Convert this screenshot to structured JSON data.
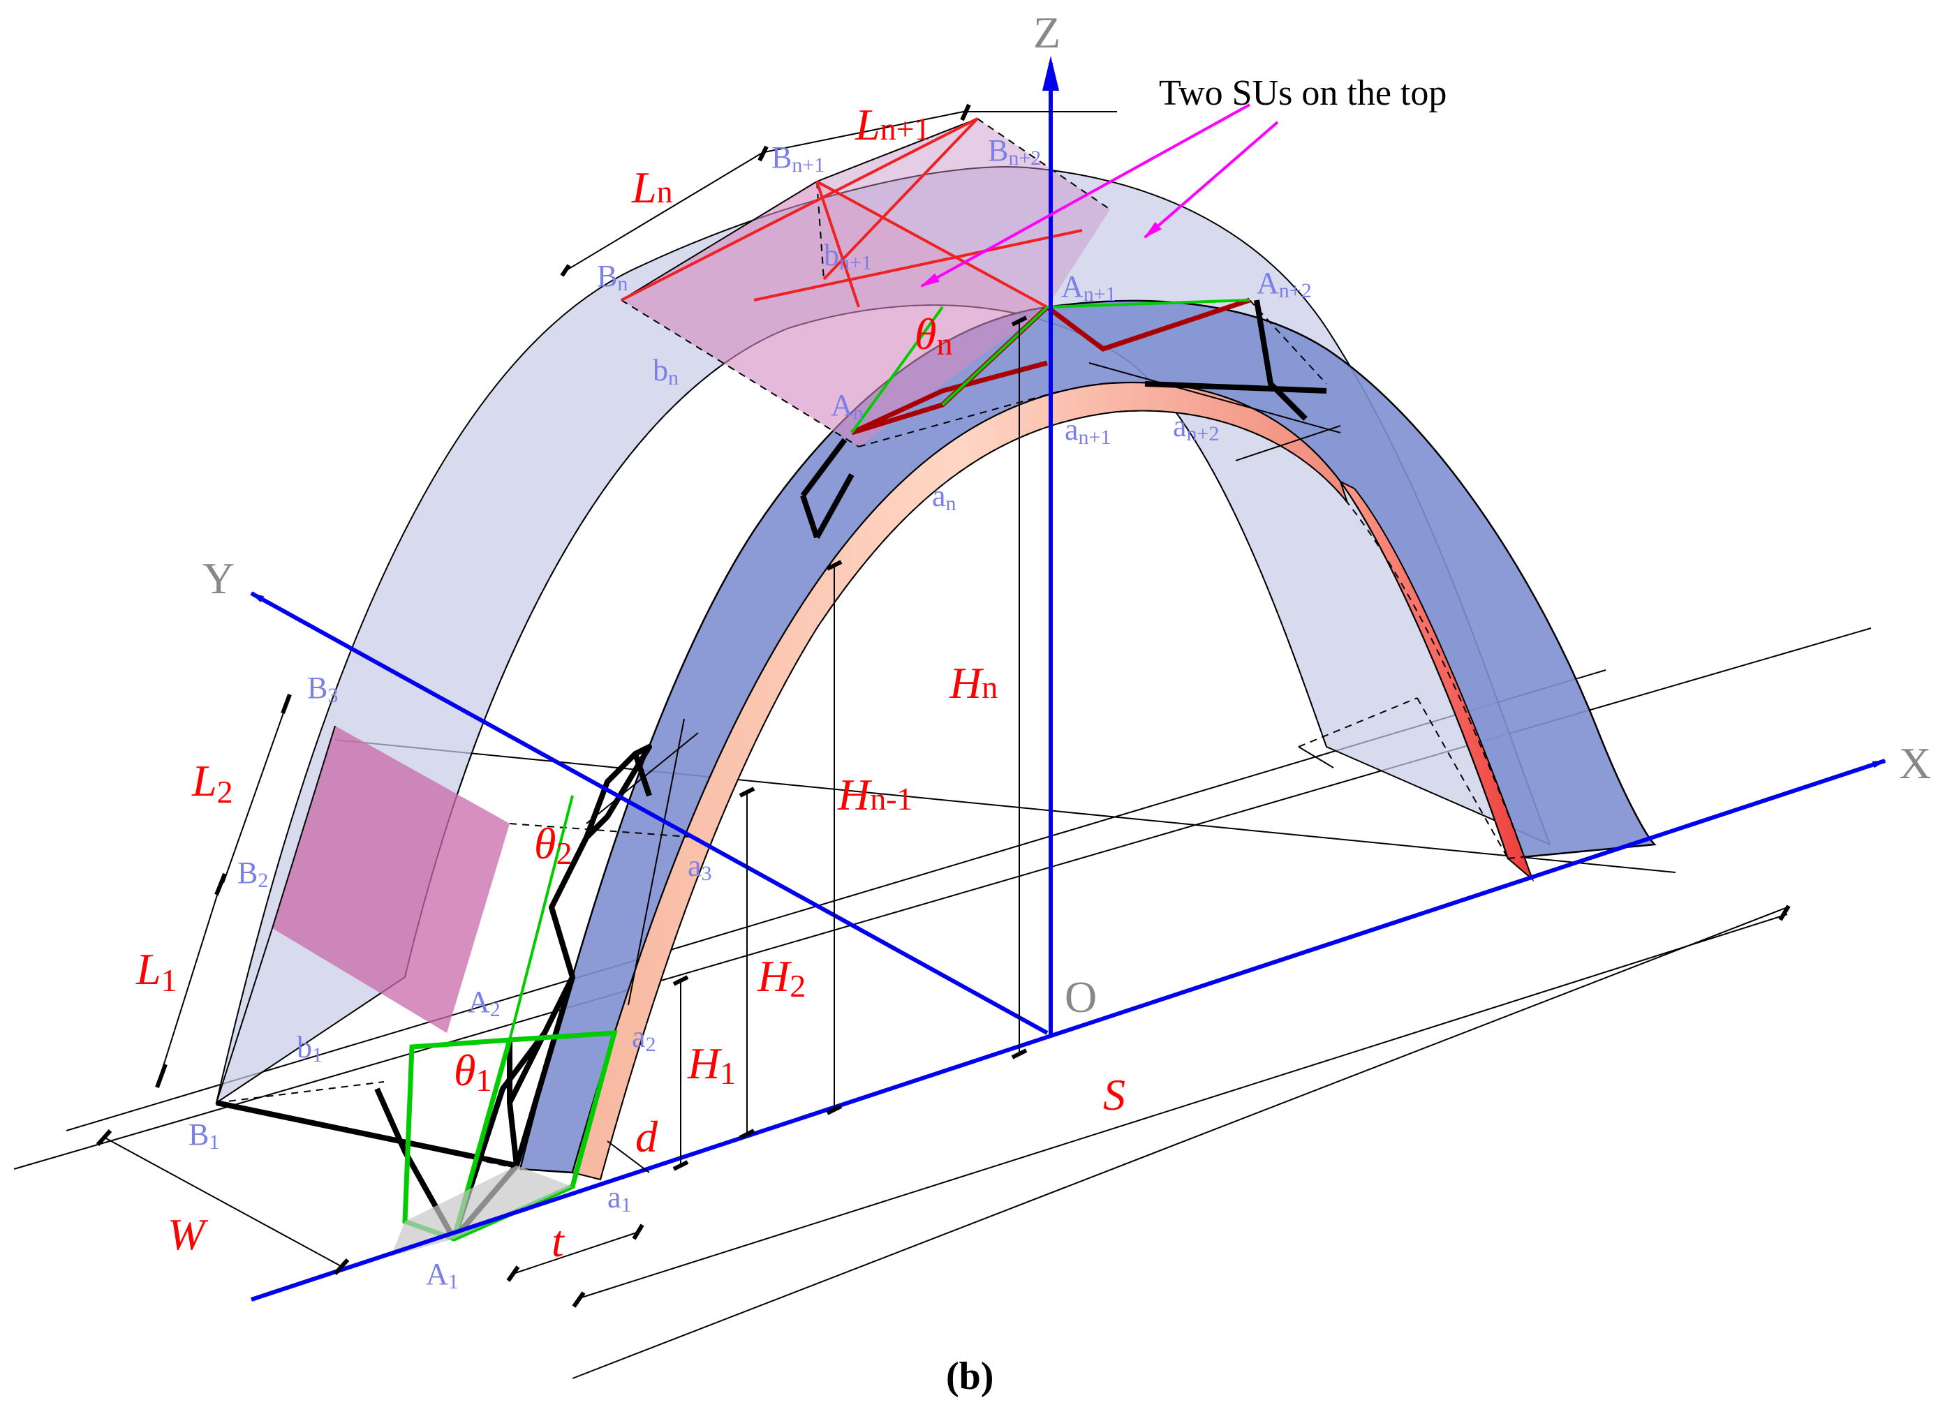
{
  "axes": {
    "x": "X",
    "y": "Y",
    "z": "Z",
    "origin": "O"
  },
  "annotation": "Two SUs on the top",
  "caption": "(b)",
  "dimensions": {
    "L1": {
      "base": "L",
      "sub": "1"
    },
    "L2": {
      "base": "L",
      "sub": "2"
    },
    "Ln": {
      "base": "L",
      "sub": "n"
    },
    "Ln1": {
      "base": "L",
      "sub": "n+1"
    },
    "H1": {
      "base": "H",
      "sub": "1"
    },
    "H2": {
      "base": "H",
      "sub": "2"
    },
    "Hn": {
      "base": "H",
      "sub": "n"
    },
    "Hn1": {
      "base": "H",
      "sub": "n-1"
    },
    "theta1": {
      "base": "θ",
      "sub": "1"
    },
    "theta2": {
      "base": "θ",
      "sub": "2"
    },
    "thetan": {
      "base": "θ",
      "sub": "n"
    },
    "W": "W",
    "S": "S",
    "d": "d",
    "t": "t"
  },
  "points": {
    "A1": {
      "base": "A",
      "sub": "1"
    },
    "A2": {
      "base": "A",
      "sub": "2"
    },
    "An": {
      "base": "A",
      "sub": "n"
    },
    "An1": {
      "base": "A",
      "sub": "n+1"
    },
    "An2": {
      "base": "A",
      "sub": "n+2"
    },
    "a1": {
      "base": "a",
      "sub": "1"
    },
    "a2": {
      "base": "a",
      "sub": "2"
    },
    "a3": {
      "base": "a",
      "sub": "3"
    },
    "an": {
      "base": "a",
      "sub": "n"
    },
    "an1": {
      "base": "a",
      "sub": "n+1"
    },
    "an2": {
      "base": "a",
      "sub": "n+2"
    },
    "B1": {
      "base": "B",
      "sub": "1"
    },
    "B2": {
      "base": "B",
      "sub": "2"
    },
    "B3": {
      "base": "B",
      "sub": "3"
    },
    "Bn": {
      "base": "B",
      "sub": "n"
    },
    "Bn1": {
      "base": "B",
      "sub": "n+1"
    },
    "Bn2": {
      "base": "B",
      "sub": "n+2"
    },
    "b1": {
      "base": "b",
      "sub": "1"
    },
    "bn": {
      "base": "b",
      "sub": "n"
    },
    "bn1": {
      "base": "b",
      "sub": "n+1"
    }
  },
  "colors": {
    "axis": "#0000ee",
    "dimension_label": "#ff0000",
    "point_label": "#7b7fe8",
    "axis_label": "#888888",
    "annotation_arrow": "#ff00ff",
    "unit_outline": "#00cc00",
    "inner_surface": "#f0a08c",
    "side_surface": "#8090d0",
    "outer_surface": "#c8cce6",
    "unit_panel": "#c86aa8"
  }
}
